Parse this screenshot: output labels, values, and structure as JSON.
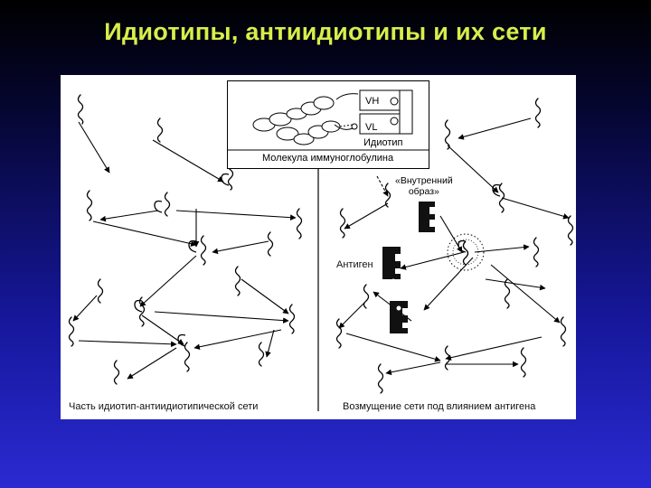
{
  "title": "Идиотипы, антиидиотипы и их сети",
  "figure": {
    "left_caption": "Часть идиотип-антиидиотипической сети",
    "right_caption": "Возмущение сети под влиянием антигена",
    "molecule": {
      "caption": "Молекула иммуноглобулина",
      "vh": "VH",
      "vl": "VL",
      "idiotype": "Идиотип"
    },
    "inner_image_line1": "«Внутренний",
    "inner_image_line2": "образ»",
    "antigen": "Антиген"
  },
  "colors": {
    "title": "#d8ee4a",
    "background_top": "#000000",
    "background_bottom": "#2a2ad2"
  }
}
